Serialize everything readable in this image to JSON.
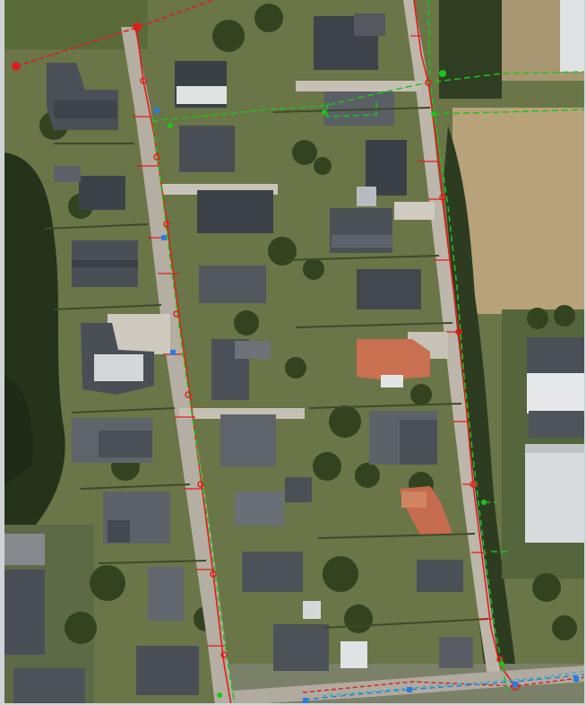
{
  "map": {
    "type": "aerial-imagery",
    "overlay_layers": [
      {
        "name": "utility-network-red",
        "color": "#e11b1b",
        "style": "solid-with-dashes"
      },
      {
        "name": "utility-network-green",
        "color": "#19c619",
        "style": "dashed"
      },
      {
        "name": "utility-network-blue",
        "color": "#2a7de1",
        "style": "dashed"
      },
      {
        "name": "utility-network-cyan",
        "color": "#12b5c9",
        "style": "dashed"
      }
    ],
    "colors": {
      "vegetation_dark": "#2f3d22",
      "lawn": "#6f7d4a",
      "field": "#b9a57c",
      "road": "#b8b2a8",
      "roof_dark": "#4a4f56",
      "roof_grey": "#6d7177",
      "roof_red": "#c36a4a",
      "industrial_roof": "#dcdfe1"
    }
  }
}
